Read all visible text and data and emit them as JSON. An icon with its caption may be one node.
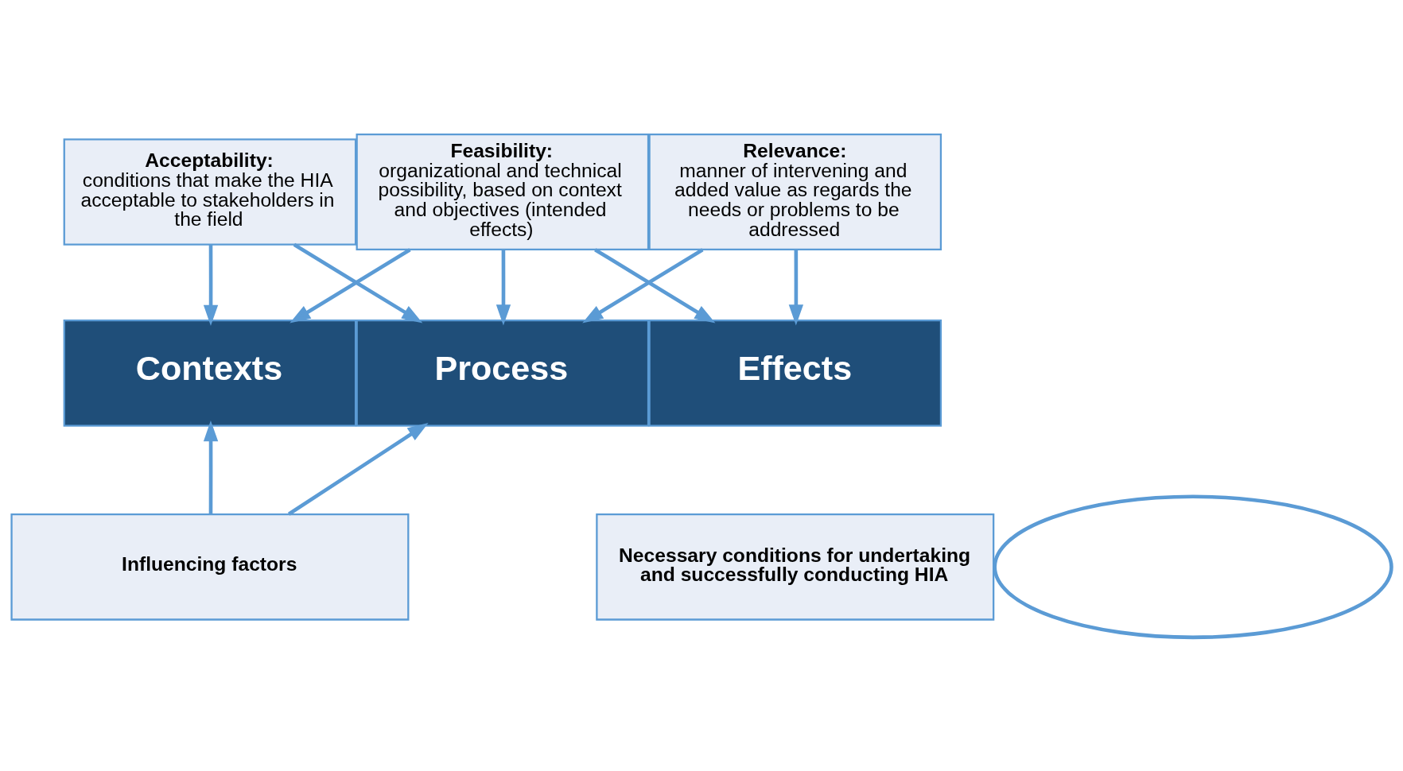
{
  "diagram": {
    "nodes": [
      {
        "text": [
          "Acceptability:",
          "conditions that make the HIA acceptable to stakeholders in the field"
        ]
      },
      {
        "text": [
          "Feasibility:",
          "organizational and technical possibility, based on context and objectives (intended effects)"
        ]
      },
      {
        "text": [
          "Relevance:",
          "manner of intervening and added value as regards the needs or problems to be addressed"
        ]
      },
      {
        "text": [
          "Contexts"
        ]
      },
      {
        "text": [
          "Process"
        ]
      },
      {
        "text": [
          "Effects"
        ]
      },
      {
        "text": [
          "Influencing factors"
        ]
      },
      {
        "text": [
          "Necessary conditions for undertaking and successfully conducting HIA"
        ]
      },
      {
        "text": [],
        "shape": "ellipse"
      }
    ],
    "edges": [
      {
        "from": 0,
        "to": 3,
        "arrow": "to"
      },
      {
        "from": 0,
        "to": 4,
        "arrow": "to"
      },
      {
        "from": 1,
        "to": 3,
        "arrow": "to"
      },
      {
        "from": 1,
        "to": 4,
        "arrow": "to"
      },
      {
        "from": 1,
        "to": 5,
        "arrow": "to"
      },
      {
        "from": 2,
        "to": 4,
        "arrow": "to"
      },
      {
        "from": 2,
        "to": 5,
        "arrow": "to"
      },
      {
        "from": 6,
        "to": 3,
        "arrow": "to"
      },
      {
        "from": 6,
        "to": 4,
        "arrow": "to"
      }
    ]
  }
}
